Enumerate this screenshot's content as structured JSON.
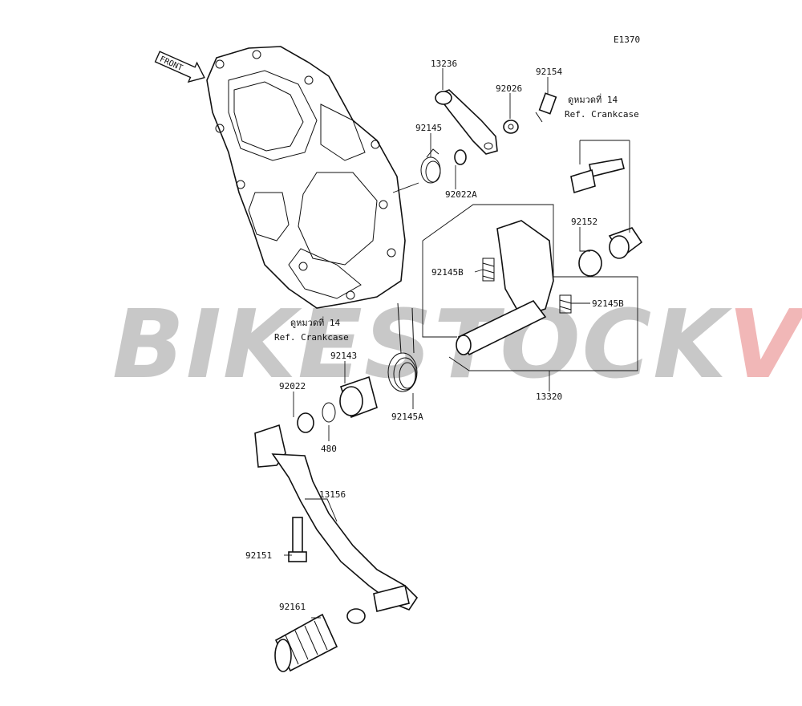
{
  "diagram_code": "E1370",
  "front_arrow_label": "FRONT",
  "watermark": {
    "part1": "BIKESTOCK",
    "part2": "VN",
    "color1": "#c8c8c8",
    "color2": "#f1b7b7"
  },
  "references": [
    {
      "line1": "ดูหมวดที่ 14",
      "line2": "Ref. Crankcase"
    },
    {
      "line1": "ดูหมวดที่ 14",
      "line2": "Ref. Crankcase"
    }
  ],
  "parts": [
    "13236",
    "92154",
    "92026",
    "92145",
    "92022A",
    "92152",
    "92145B",
    "92145B",
    "13320",
    "92143",
    "92022",
    "480",
    "92145A",
    "13156",
    "92151",
    "92161"
  ]
}
